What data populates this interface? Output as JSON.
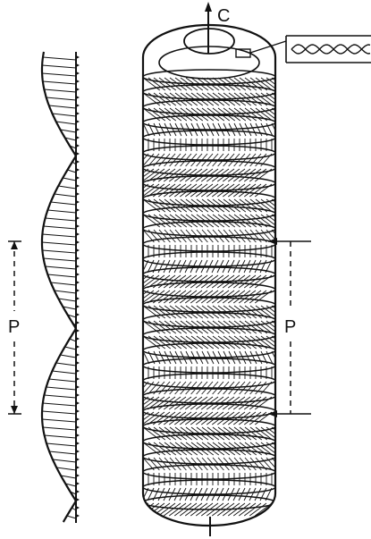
{
  "labels": {
    "axis_label": "C",
    "pitch_left": "P",
    "pitch_right": "P"
  },
  "colors": {
    "ink": "#111111",
    "background": "#ffffff"
  }
}
